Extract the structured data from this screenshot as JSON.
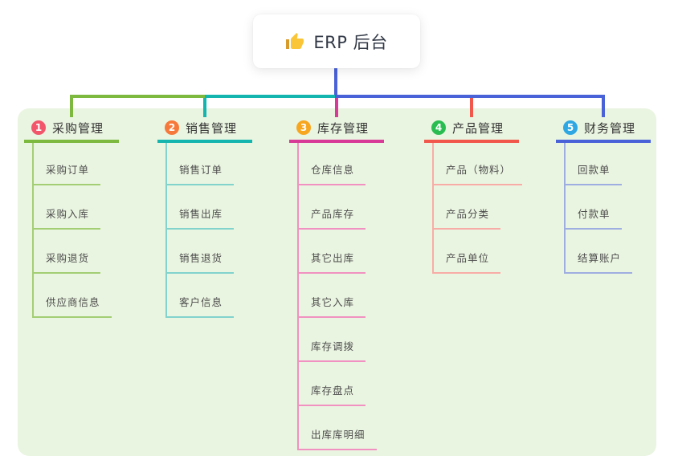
{
  "root": {
    "title": "ERP 后台",
    "icon": "thumbs-up-icon"
  },
  "colors": {
    "panel_bg": "#EAF5E1",
    "bus_left": "#7CB93E",
    "bus_mid": "#14B5AE",
    "bus_right": "#4A62D8",
    "root_line": "#4A62D8"
  },
  "branches": [
    {
      "index": "1",
      "label": "采购管理",
      "color": "#7CB93E",
      "tint": "#A3CE74",
      "badge_color": "#F2566B",
      "children": [
        "采购订单",
        "采购入库",
        "采购退货",
        "供应商信息"
      ]
    },
    {
      "index": "2",
      "label": "销售管理",
      "color": "#14B5AE",
      "tint": "#82D3CC",
      "badge_color": "#F6793B",
      "children": [
        "销售订单",
        "销售出库",
        "销售退货",
        "客户信息"
      ]
    },
    {
      "index": "3",
      "label": "库存管理",
      "color": "#D83A97",
      "tint": "#F191C1",
      "badge_color": "#F7A61F",
      "children": [
        "仓库信息",
        "产品库存",
        "其它出库",
        "其它入库",
        "库存调拨",
        "库存盘点",
        "出库库明细"
      ]
    },
    {
      "index": "4",
      "label": "产品管理",
      "color": "#F2574C",
      "tint": "#F8ACA6",
      "badge_color": "#29BD51",
      "children": [
        "产品（物料）",
        "产品分类",
        "产品单位"
      ]
    },
    {
      "index": "5",
      "label": "财务管理",
      "color": "#4A62D8",
      "tint": "#9FAEE0",
      "badge_color": "#2EA7E3",
      "children": [
        "回款单",
        "付款单",
        "结算账户"
      ]
    }
  ]
}
